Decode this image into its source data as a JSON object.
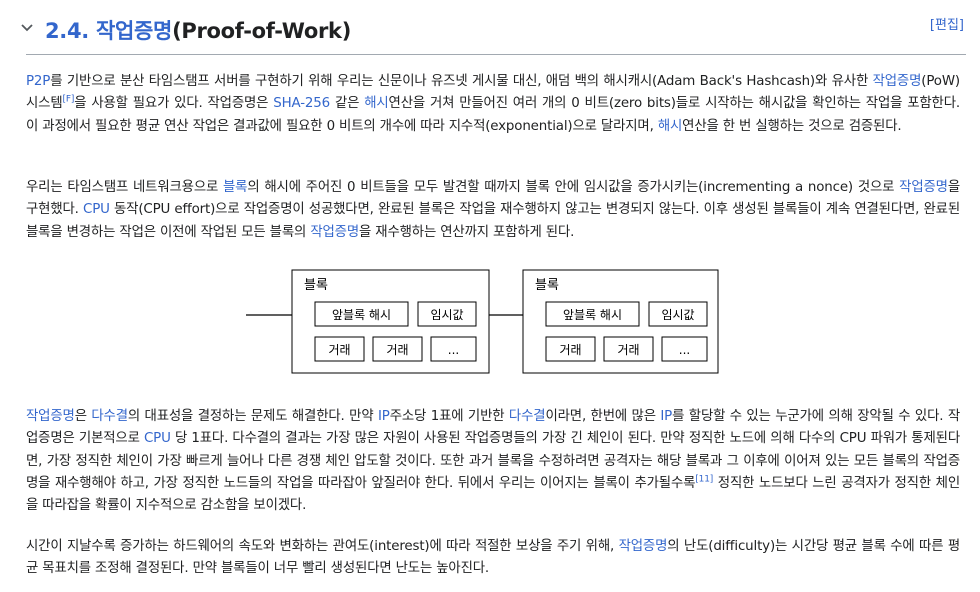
{
  "section": {
    "number": "2.4.",
    "title_ko": "작업증명",
    "title_en": "(Proof-of-Work)",
    "edit_label": "[편집]"
  },
  "paragraphs": {
    "p1": [
      {
        "t": "P2P",
        "link": true
      },
      {
        "t": "를 기반으로 분산 타임스탬프 서버를 구현하기 위해 우리는 신문이나 유즈넷 게시물 대신, 애덤 백의 해시캐시(Adam Back's Hashcash)와 유사한 "
      },
      {
        "t": "작업증명",
        "link": true
      },
      {
        "t": "(PoW) 시스템"
      },
      {
        "t": "[F]",
        "sup": true
      },
      {
        "t": "을 사용할 필요가 있다. 작업증명은 "
      },
      {
        "t": "SHA-256",
        "link": true
      },
      {
        "t": " 같은 "
      },
      {
        "t": "해시",
        "link": true
      },
      {
        "t": "연산을 거쳐 만들어진 여러 개의 0 비트(zero bits)들로 시작하는 해시값을 확인하는 작업을 포함한다. 이 과정에서 필요한 평균 연산 작업은 결과값에 필요한 0 비트의 개수에 따라 지수적(exponential)으로 달라지며, "
      },
      {
        "t": "해시",
        "link": true
      },
      {
        "t": "연산을 한 번 실행하는 것으로 검증된다."
      }
    ],
    "p2": [
      {
        "t": "우리는 타임스탬프 네트워크용으로 "
      },
      {
        "t": "블록",
        "link": true
      },
      {
        "t": "의 해시에 주어진 0 비트들을 모두 발견할 때까지 블록 안에 임시값을 증가시키는(incrementing a nonce) 것으로 "
      },
      {
        "t": "작업증명",
        "link": true
      },
      {
        "t": "을 구현했다. "
      },
      {
        "t": "CPU",
        "link": true
      },
      {
        "t": " 동작(CPU effort)으로 작업증명이 성공했다면, 완료된 블록은 작업을 재수행하지 않고는 변경되지 않는다. 이후 생성된 블록들이 계속 연결된다면, 완료된 블록을 변경하는 작업은 이전에 작업된 모든 블록의 "
      },
      {
        "t": "작업증명",
        "link": true
      },
      {
        "t": "을 재수행하는 연산까지 포함하게 된다."
      }
    ],
    "p3": [
      {
        "t": "작업증명",
        "link": true
      },
      {
        "t": "은 "
      },
      {
        "t": "다수결",
        "link": true
      },
      {
        "t": "의 대표성을 결정하는 문제도 해결한다. 만약 "
      },
      {
        "t": "IP",
        "link": true
      },
      {
        "t": "주소당 1표에 기반한 "
      },
      {
        "t": "다수결",
        "link": true
      },
      {
        "t": "이라면, 한번에 많은 "
      },
      {
        "t": "IP",
        "link": true
      },
      {
        "t": "를 할당할 수 있는 누군가에 의해 장악될 수 있다. 작업증명은 기본적으로 "
      },
      {
        "t": "CPU",
        "link": true
      },
      {
        "t": " 당 1표다. 다수결의 결과는 가장 많은 자원이 사용된 작업증명들의 가장 긴 체인이 된다. 만약 정직한 노드에 의해 다수의 CPU 파워가 통제된다면, 가장 정직한 체인이 가장 빠르게 늘어나 다른 경쟁 체인 압도할 것이다. 또한 과거 블록을 수정하려면 공격자는 해당 블록과 그 이후에 이어져 있는 모든 블록의 작업증명을 재수행해야 하고, 가장 정직한 노드들의 작업을 따라잡아 앞질러야 한다. 뒤에서 우리는 이어지는 블록이 추가될수록"
      },
      {
        "t": "[11]",
        "sup": true
      },
      {
        "t": " 정직한 노드보다 느린 공격자가 정직한 체인을 따라잡을 확률이 지수적으로 감소함을 보이겠다."
      }
    ],
    "p4": [
      {
        "t": "시간이 지날수록 증가하는 하드웨어의 속도와 변화하는 관여도(interest)에 따라 적절한 보상을 주기 위해, "
      },
      {
        "t": "작업증명",
        "link": true
      },
      {
        "t": "의 난도(difficulty)는 시간당 평균 블록 수에 따른 평균 목표치를 조정해 결정된다. 만약 블록들이 너무 빨리 생성된다면 난도는 높아진다."
      }
    ]
  },
  "diagram": {
    "blocks": [
      {
        "title": "블록",
        "prev_hash": "앞블록 해시",
        "nonce": "임시값",
        "tx1": "거래",
        "tx2": "거래",
        "more": "..."
      },
      {
        "title": "블록",
        "prev_hash": "앞블록 해시",
        "nonce": "임시값",
        "tx1": "거래",
        "tx2": "거래",
        "more": "..."
      }
    ]
  }
}
